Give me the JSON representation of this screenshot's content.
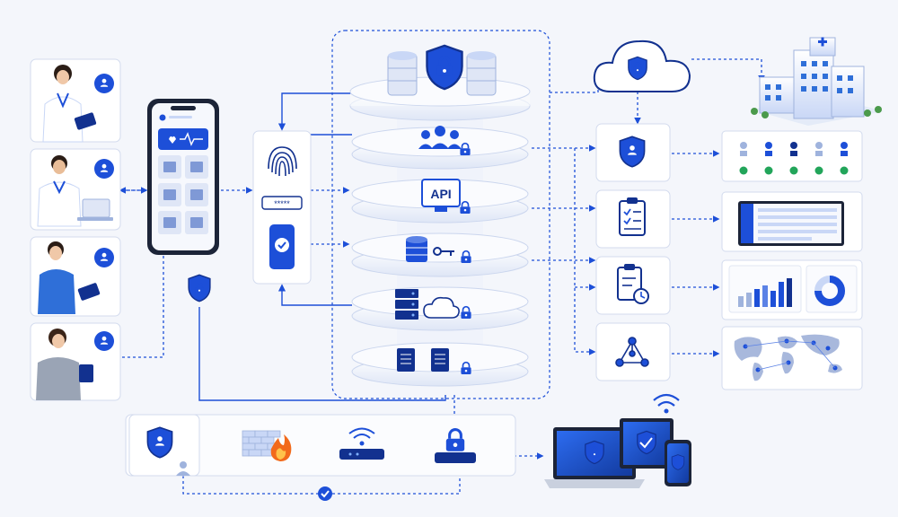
{
  "api_label": "API",
  "pin_mask": "*****",
  "colors": {
    "background": "#f4f6fb",
    "primary_blue": "#1d4fd8",
    "dark_blue": "#12318f",
    "light_blue": "#c9d7f6",
    "card_border": "#d3dbee",
    "success_green": "#22a55a",
    "fire_orange": "#f26a1b"
  },
  "users": [
    {
      "role": "doctor-with-tablet",
      "icon": "user-badge-icon"
    },
    {
      "role": "doctor-with-laptop",
      "icon": "user-badge-icon"
    },
    {
      "role": "nurse-with-tablet",
      "icon": "medical-staff-badge-icon"
    },
    {
      "role": "patient-with-tablet",
      "icon": "patient-badge-icon"
    }
  ],
  "stack_layers": [
    {
      "icon": "database-shield-icon"
    },
    {
      "icon": "user-group-lock-icon"
    },
    {
      "icon": "api-monitor-lock-icon"
    },
    {
      "icon": "database-key-lock-icon"
    },
    {
      "icon": "server-cloud-lock-icon"
    },
    {
      "icon": "documents-lock-icon"
    }
  ],
  "right_services": [
    {
      "icon": "shield-user-icon",
      "panel": "access-matrix"
    },
    {
      "icon": "clipboard-checklist-icon",
      "panel": "dashboard-screen"
    },
    {
      "icon": "clipboard-clock-icon",
      "panel": "analytics-charts"
    },
    {
      "icon": "network-nodes-icon",
      "panel": "world-map"
    }
  ],
  "network_chain": [
    {
      "icon": "shield-user-icon"
    },
    {
      "icon": "firewall-icon"
    },
    {
      "icon": "wifi-router-icon"
    },
    {
      "icon": "vpn-lock-icon"
    }
  ]
}
